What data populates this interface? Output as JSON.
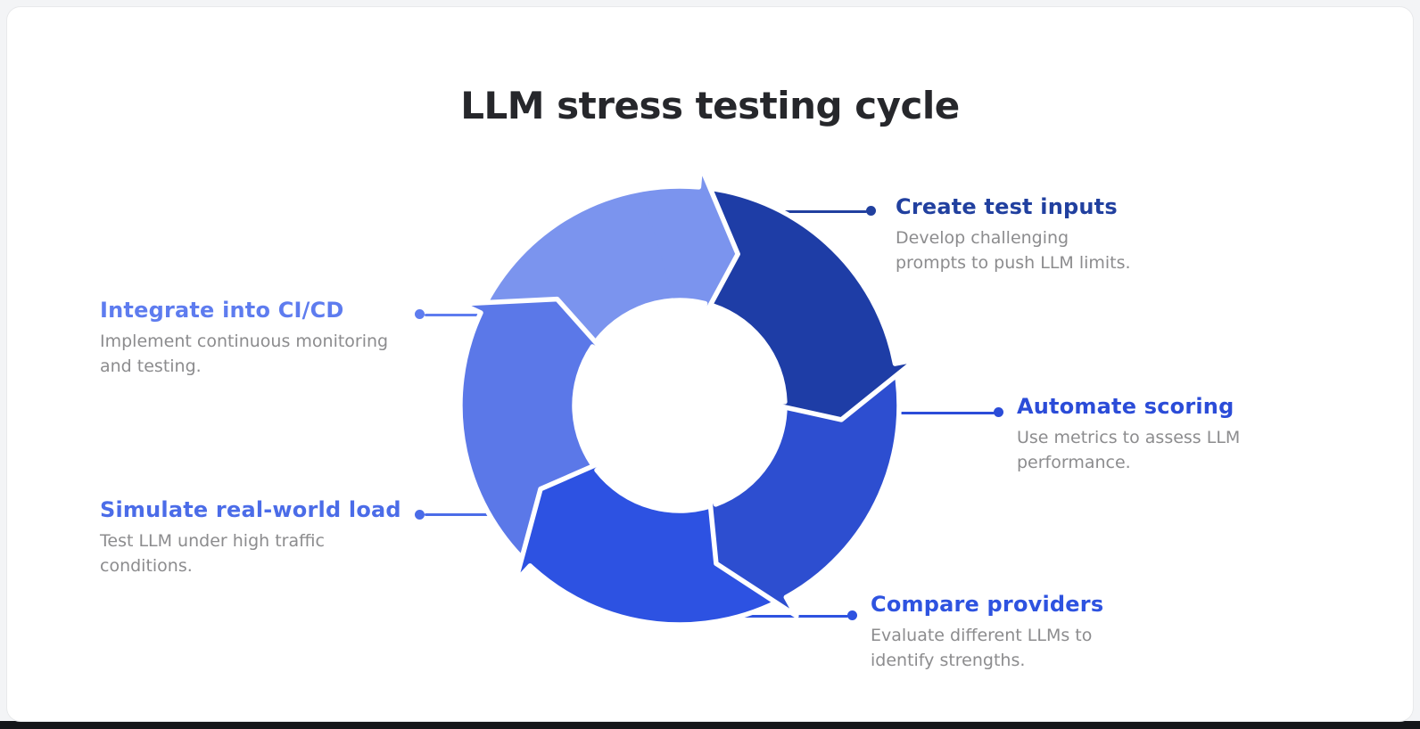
{
  "page": {
    "title": "LLM stress testing cycle"
  },
  "cycle": {
    "stroke_color": "#ffffff",
    "segments": [
      {
        "name": "segment-create-test-inputs",
        "color": "#1e3da6"
      },
      {
        "name": "segment-automate-scoring",
        "color": "#2d4ed0"
      },
      {
        "name": "segment-compare-providers",
        "color": "#2d52e2"
      },
      {
        "name": "segment-simulate-load",
        "color": "#5b78e8"
      },
      {
        "name": "segment-integrate-cicd",
        "color": "#7b94ee"
      }
    ]
  },
  "items": [
    {
      "id": "create-test-inputs",
      "heading": "Create test inputs",
      "description": "Develop challenging\nprompts to push LLM limits.",
      "accent": "#21409f"
    },
    {
      "id": "automate-scoring",
      "heading": "Automate scoring",
      "description": "Use metrics to assess LLM\nperformance.",
      "accent": "#2b4cd8"
    },
    {
      "id": "compare-providers",
      "heading": "Compare providers",
      "description": "Evaluate different LLMs to\nidentify strengths.",
      "accent": "#2e53e0"
    },
    {
      "id": "simulate-load",
      "heading": "Simulate real-world load",
      "description": "Test LLM under high traffic\nconditions.",
      "accent": "#4b6ce8"
    },
    {
      "id": "integrate-cicd",
      "heading": "Integrate into CI/CD",
      "description": "Implement continuous monitoring\nand testing.",
      "accent": "#5e7cef"
    }
  ],
  "text_colors": {
    "title": "#26272b",
    "description": "#8c8c8e"
  }
}
